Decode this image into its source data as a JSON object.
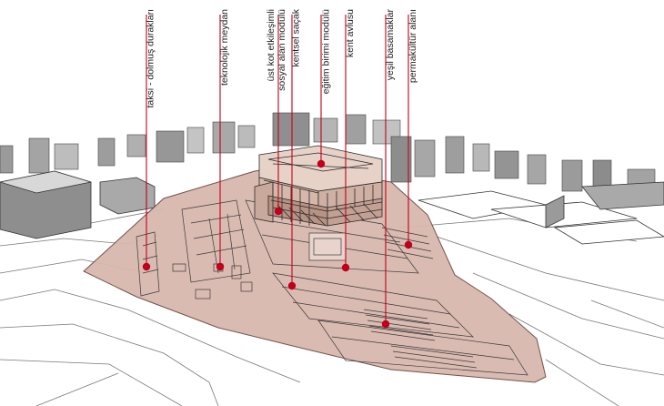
{
  "callouts": [
    {
      "label": "taksi - dolmuş durakları"
    },
    {
      "label": "teknolojik meydan"
    },
    {
      "label": "üst kot etkileşimli sosyal alan modülü"
    },
    {
      "label": "kentsel saçak"
    },
    {
      "label": "eğitim birimi modülü"
    },
    {
      "label": "kent avlusu"
    },
    {
      "label": "yeşil basamaklar"
    },
    {
      "label": "permakültür alanı"
    }
  ],
  "colors": {
    "site_fill": "#d9b8ad",
    "leader": "#c0001a",
    "building_gray": "#9a9a9a",
    "sketch": "#3a3a3a"
  }
}
